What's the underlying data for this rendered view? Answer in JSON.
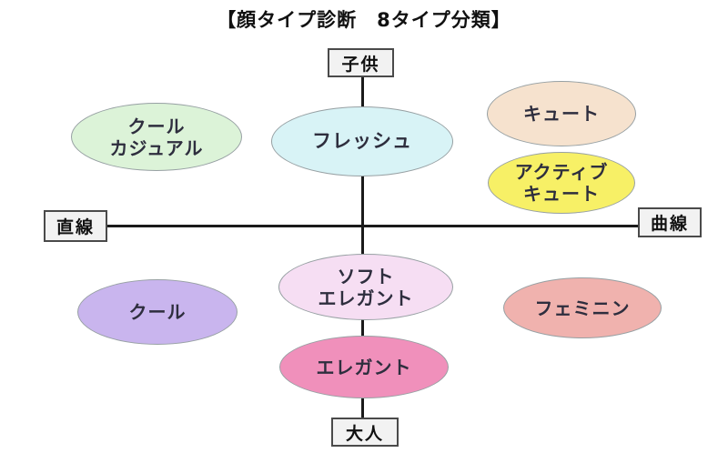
{
  "title": "【顔タイプ診断　8タイプ分類】",
  "axes": {
    "top_label": "子供",
    "bottom_label": "大人",
    "left_label": "直線",
    "right_label": "曲線",
    "line_color": "#1a1a1a"
  },
  "types": {
    "cool_casual": {
      "label": "クール\nカジュアル",
      "color": "#dcf3d8"
    },
    "fresh": {
      "label": "フレッシュ",
      "color": "#d8f3f6"
    },
    "cute": {
      "label": "キュート",
      "color": "#f6e2ce"
    },
    "active_cute": {
      "label": "アクティブ\nキュート",
      "color": "#f7f066"
    },
    "cool": {
      "label": "クール",
      "color": "#c9b5ee"
    },
    "soft_elegant": {
      "label": "ソフト\nエレガント",
      "color": "#f6def3"
    },
    "feminine": {
      "label": "フェミニン",
      "color": "#f0b2ae"
    },
    "elegant": {
      "label": "エレガント",
      "color": "#f090bb"
    }
  }
}
